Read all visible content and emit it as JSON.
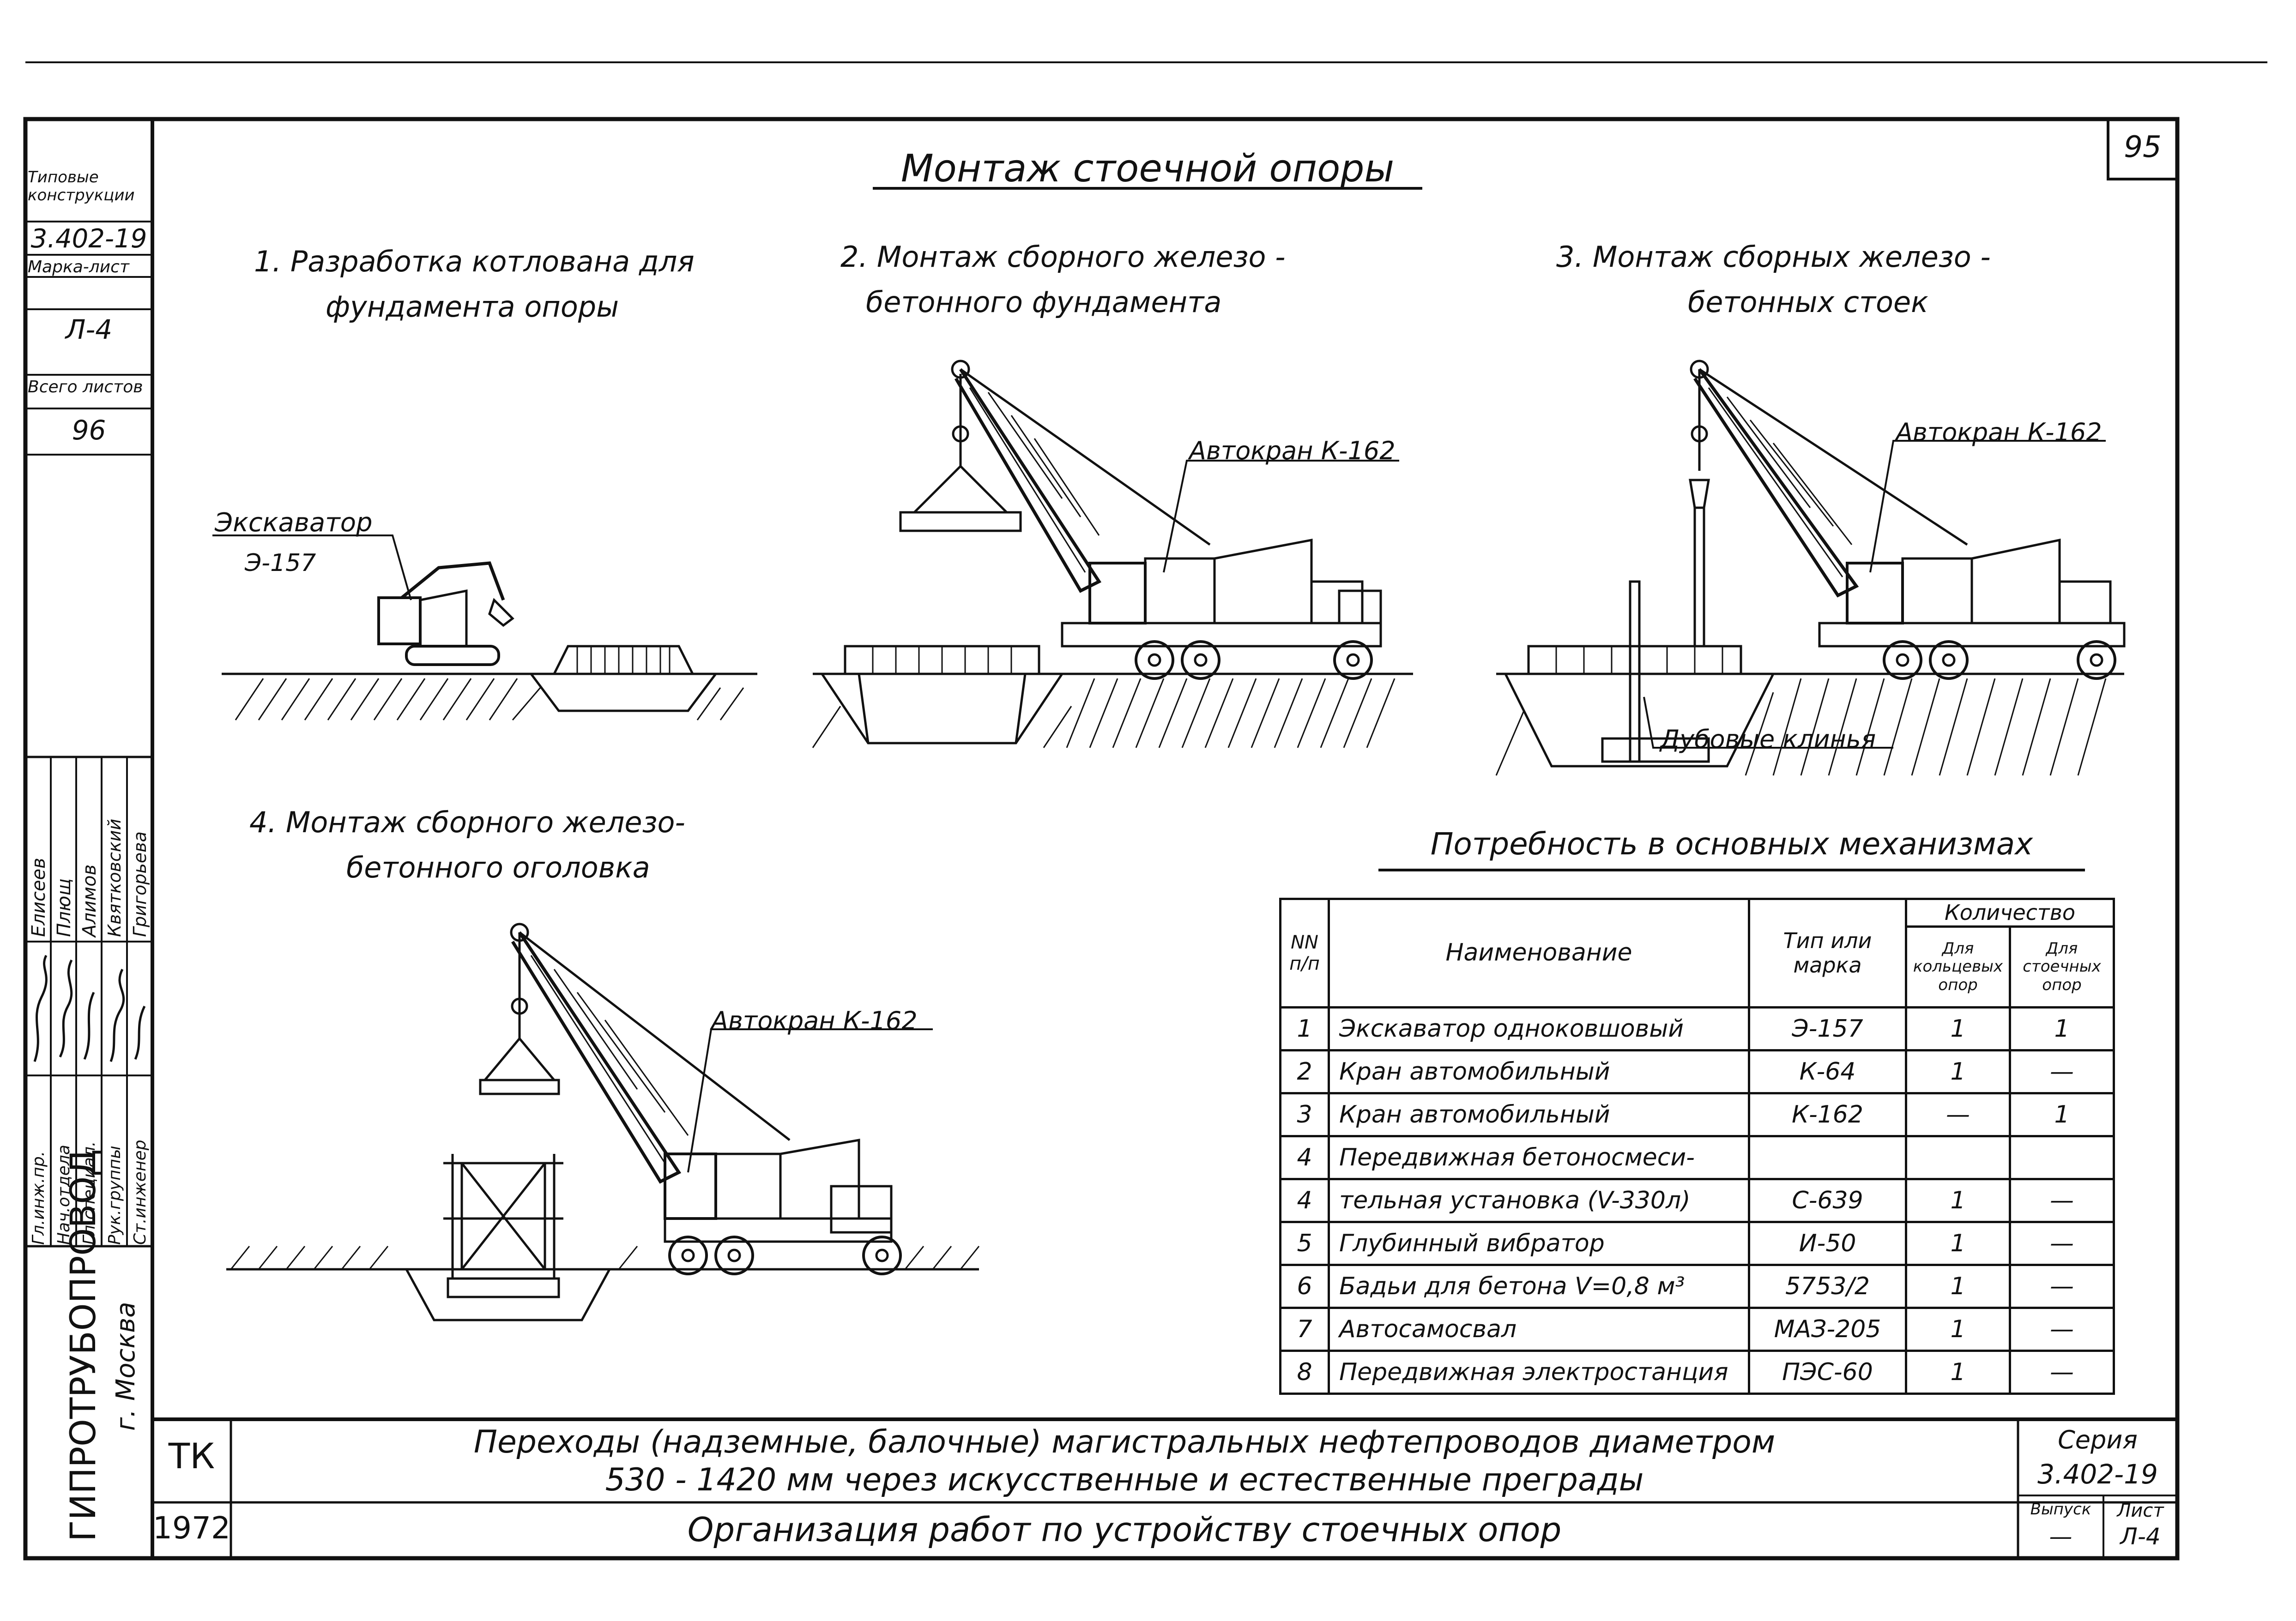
{
  "sheet": {
    "page_number": "95",
    "title": "Монтаж стоечной опоры"
  },
  "left_stamp": {
    "label_typical": "Типовые конструкции",
    "series": "3.402-19",
    "label_mark": "Марка-лист",
    "mark": "Л-4",
    "label_total": "Всего листов",
    "total": "96",
    "positions": [
      "Гл.инж.пр.",
      "Нач.отдела",
      "Гл.специал.",
      "Рук.группы",
      "Ст.инженер"
    ],
    "names": [
      "Елисеев",
      "Плющ",
      "Алимов",
      "Квятковский",
      "Григорьева"
    ],
    "org": "ГИПРОТРУБОПРОВОД",
    "city": "г. Москва"
  },
  "steps": [
    {
      "line1": "1. Разработка котлована для",
      "line2": "фундамента опоры"
    },
    {
      "line1": "2. Монтаж сборного железо -",
      "line2": "бетонного фундамента"
    },
    {
      "line1": "3. Монтаж сборных железо -",
      "line2": "бетонных стоек"
    },
    {
      "line1": "4. Монтаж сборного железо-",
      "line2": "бетонного оголовка"
    }
  ],
  "labels": {
    "excavator": "Экскаватор",
    "excavator_model": "Э-157",
    "crane": "Автокран К-162",
    "oak_wedges": "Дубовые клинья"
  },
  "table": {
    "title": "Потребность в основных механизмах",
    "headers": {
      "num": "NN п/п",
      "name": "Наименование",
      "type": "Тип или марка",
      "quantity": "Количество",
      "ring": "Для кольцевых опор",
      "rack": "Для стоечных опор"
    },
    "rows": [
      {
        "n": "1",
        "name": "Экскаватор одноковшовый",
        "type": "Э-157",
        "ring": "1",
        "rack": "1"
      },
      {
        "n": "2",
        "name": "Кран автомобильный",
        "type": "К-64",
        "ring": "1",
        "rack": "—"
      },
      {
        "n": "3",
        "name": "Кран автомобильный",
        "type": "К-162",
        "ring": "—",
        "rack": "1"
      },
      {
        "n": "4",
        "name": "Передвижная бетоносмеси-",
        "type": "",
        "ring": "",
        "rack": ""
      },
      {
        "n": "4",
        "name": "тельная установка (V-330л)",
        "type": "С-639",
        "ring": "1",
        "rack": "—"
      },
      {
        "n": "5",
        "name": "Глубинный вибратор",
        "type": "И-50",
        "ring": "1",
        "rack": "—"
      },
      {
        "n": "6",
        "name": "Бадьи для бетона V=0,8 м³",
        "type": "5753/2",
        "ring": "1",
        "rack": "—"
      },
      {
        "n": "7",
        "name": "Автосамосвал",
        "type": "МАЗ-205",
        "ring": "1",
        "rack": "—"
      },
      {
        "n": "8",
        "name": "Передвижная электростанция",
        "type": "ПЭС-60",
        "ring": "1",
        "rack": "—"
      }
    ]
  },
  "title_block": {
    "code": "ТК",
    "year": "1972",
    "line1": "Переходы (надземные, балочные) магистральных нефтепроводов диаметром",
    "line2": "530 - 1420 мм через искусственные и естественные преграды",
    "line3": "Организация работ по устройству стоечных опор",
    "series_label": "Серия",
    "series": "3.402-19",
    "issue_label": "Выпуск",
    "issue": "—",
    "sheet_label": "Лист",
    "sheet": "Л-4"
  }
}
